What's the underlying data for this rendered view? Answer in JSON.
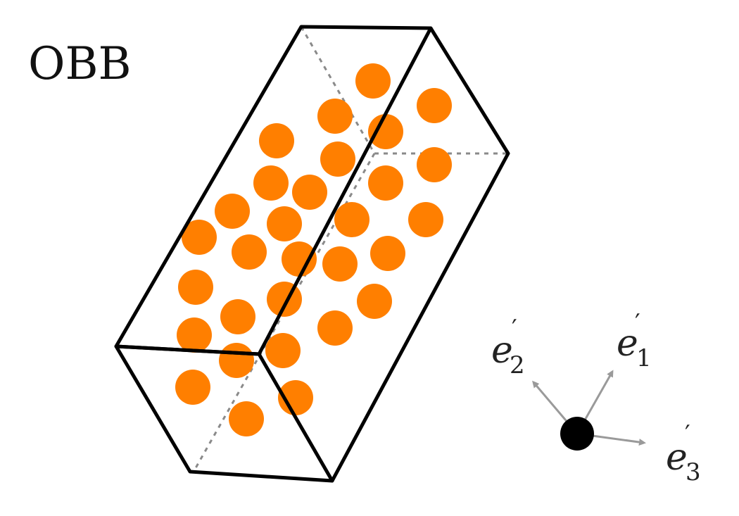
{
  "title": "OBB",
  "colors": {
    "particle": "#ff7f00",
    "box_edge": "#000000",
    "hidden_edge": "#8a8a8a",
    "axis": "#9a9a9a",
    "origin": "#000000"
  },
  "axes": [
    {
      "id": "e1",
      "base": "e",
      "subscript": "1",
      "prime": "′"
    },
    {
      "id": "e2",
      "base": "e",
      "subscript": "2",
      "prime": "′"
    },
    {
      "id": "e3",
      "base": "e",
      "subscript": "3",
      "prime": "′"
    }
  ]
}
